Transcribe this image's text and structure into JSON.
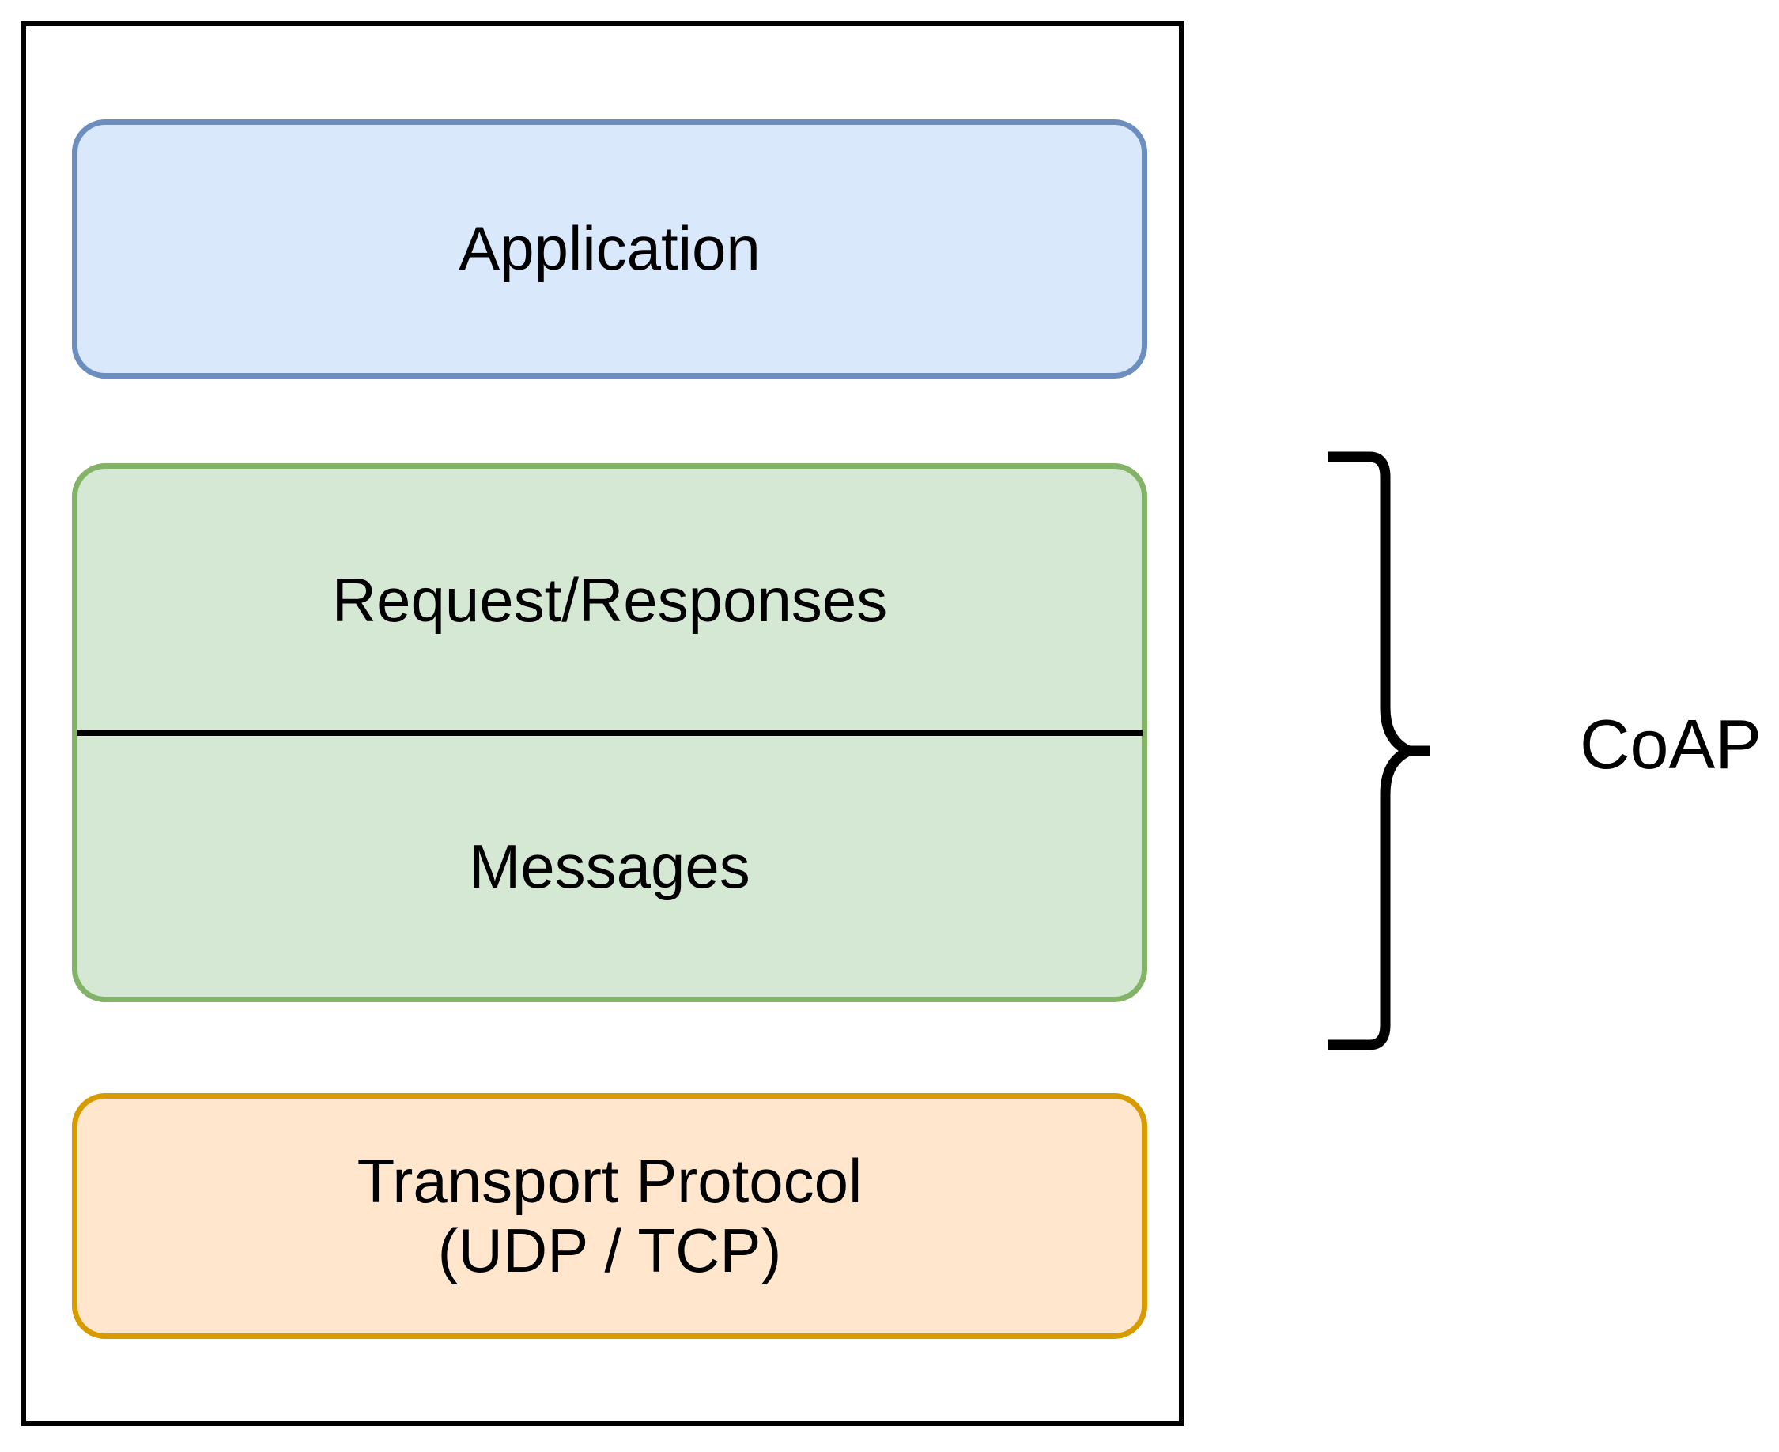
{
  "diagram": {
    "title_text": "",
    "outer_container": {
      "name": "coap-stack-container"
    },
    "layers": [
      {
        "id": "application",
        "label": "Application",
        "fill": "#dae8fc",
        "stroke": "#6c8ebf"
      },
      {
        "id": "coap-stack",
        "fill": "#d5e8d4",
        "stroke": "#82b366",
        "sub_layers": [
          {
            "id": "request-responses",
            "label": "Request/Responses"
          },
          {
            "id": "messages",
            "label": "Messages"
          }
        ]
      },
      {
        "id": "transport",
        "label": "Transport Protocol\n(UDP / TCP)",
        "line1": "Transport Protocol",
        "line2": "(UDP / TCP)",
        "fill": "#ffe6cc",
        "stroke": "#d79b00"
      }
    ],
    "annotation": {
      "brace_label": "CoAP",
      "brace_color": "#000000",
      "brace_covers": [
        "request-responses",
        "messages"
      ]
    },
    "colors": {
      "outer_border": "#000000",
      "text": "#000000",
      "background": "#ffffff",
      "divider": "#000000"
    }
  }
}
